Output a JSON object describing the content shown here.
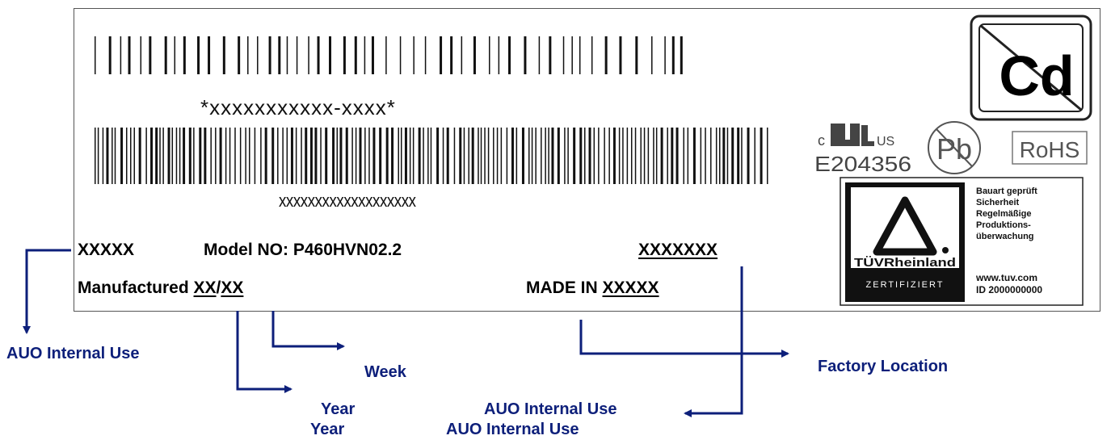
{
  "label": {
    "barcode_top_text": "*xxxxxxxxxxx-xxxx*",
    "barcode_bottom_text": "xxxxxxxxxxxxxxxxxxx",
    "internal_code": "XXXXX",
    "model": "Model NO: P460HVN02.2",
    "serial_code": "XXXXXXX",
    "manufactured_label": "Manufactured",
    "manufactured_year": "XX",
    "manufactured_sep": "/",
    "manufactured_week": "XX",
    "made_in_label": "MADE IN",
    "made_in_value": "XXXXX"
  },
  "marks": {
    "cd": "Cd",
    "ul_c": "c",
    "ul_us": "US",
    "ul_number": "E204356",
    "pb": "Pb",
    "rohs": "RoHS",
    "tuv_brand": "TÜVRheinland",
    "tuv_zert": "ZERTIFIZIERT",
    "tuv_lines": [
      "Bauart geprüft",
      "Sicherheit",
      "Regelmäßige",
      "Produktions-",
      "überwachung"
    ],
    "tuv_web": "www.tuv.com",
    "tuv_id": "ID 2000000000"
  },
  "annotations": {
    "auo_left": "AUO Internal Use",
    "week": "Week",
    "year_1": "Year",
    "year_2": "Year",
    "factory": "Factory Location",
    "auo_right_1": "AUO Internal Use",
    "auo_right_2": "AUO Internal Use"
  },
  "colors": {
    "annotation": "#0d1f7a",
    "label_text": "#000000"
  }
}
